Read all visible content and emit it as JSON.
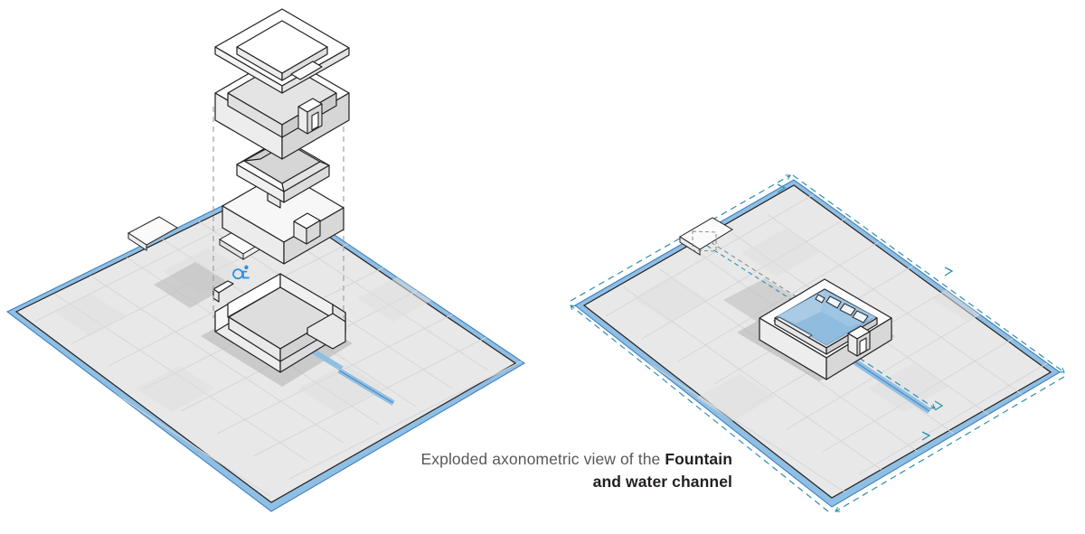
{
  "figure": {
    "title_plain": "Exploded axonometric view of the ",
    "title_bold_1": "Fountain",
    "title_bold_2": "and water channel",
    "caption_line1_prefix": "Exploded axonometric view of the ",
    "caption_line1_bold": "Fountain",
    "caption_line2_bold": "and water channel",
    "projection": "axonometric",
    "background": "#ffffff"
  },
  "palette": {
    "outline": "#231f20",
    "plaza_fill": "#e8e8e8",
    "paver_line": "#d6d6d6",
    "face_light": "#ffffff",
    "face_mid": "#ededed",
    "face_shade": "#d9d9d9",
    "shadow": "#bfbfbf",
    "channel_blue": "#8fbfe3",
    "channel_edge": "#3f7fbf",
    "water_blue": "#8fbcdf",
    "water_highlight": "#ffffff",
    "flow_arrow": "#2f8fae",
    "icon_blue": "#2f8fe0",
    "guide_dash": "#9a9a9a",
    "caption_grey": "#58595b",
    "caption_black": "#231f20"
  },
  "views": [
    {
      "id": "left",
      "name": "exploded-view",
      "label": "Exploded axonometric view",
      "plaza": {
        "name": "plaza-slab",
        "paving": "running-bond stone pavers",
        "channel": "perimeter water channel with spur"
      },
      "components": [
        {
          "order": 1,
          "name": "coping-ring",
          "label": "Coping ring / top frame"
        },
        {
          "order": 2,
          "name": "rim-wall-box",
          "label": "Rim wall with outlet spout"
        },
        {
          "order": 3,
          "name": "basin-liner",
          "label": "Sloped basin liner"
        },
        {
          "order": 4,
          "name": "base-slab",
          "label": "Base slab with pump block"
        },
        {
          "order": 5,
          "name": "fountain-basin",
          "label": "Assembled fountain basin"
        }
      ],
      "annotations": [
        {
          "name": "accessibility-icon",
          "label": "accessibility / drinking point marker",
          "color": "#2f8fe0"
        },
        {
          "name": "loose-paver",
          "label": "removable paver"
        },
        {
          "name": "access-grate",
          "label": "channel access grate"
        },
        {
          "name": "ground-shadow",
          "label": "cast shadow"
        },
        {
          "name": "explosion-guide",
          "label": "vertical alignment guide (dashed)"
        }
      ]
    },
    {
      "id": "right",
      "name": "assembled-view",
      "label": "Assembled axonometric view",
      "plaza": {
        "name": "plaza-slab",
        "paving": "running-bond stone pavers",
        "channel": "perimeter water channel with spur"
      },
      "components": [
        {
          "order": 1,
          "name": "fountain-assembled",
          "label": "Fountain, assembled, water filled"
        },
        {
          "order": 2,
          "name": "intake-box",
          "label": "Water intake / valve box"
        }
      ],
      "annotations": [
        {
          "name": "flow-arrow",
          "label": "water flow direction",
          "color": "#2f8fae",
          "count": 12
        },
        {
          "name": "supply-line",
          "label": "dashed supply line from intake to fountain"
        },
        {
          "name": "water-surface",
          "label": "water surface with ripples"
        },
        {
          "name": "outlet-spout",
          "label": "outlet spout to channel"
        },
        {
          "name": "ground-shadow",
          "label": "cast shadow"
        }
      ]
    }
  ]
}
